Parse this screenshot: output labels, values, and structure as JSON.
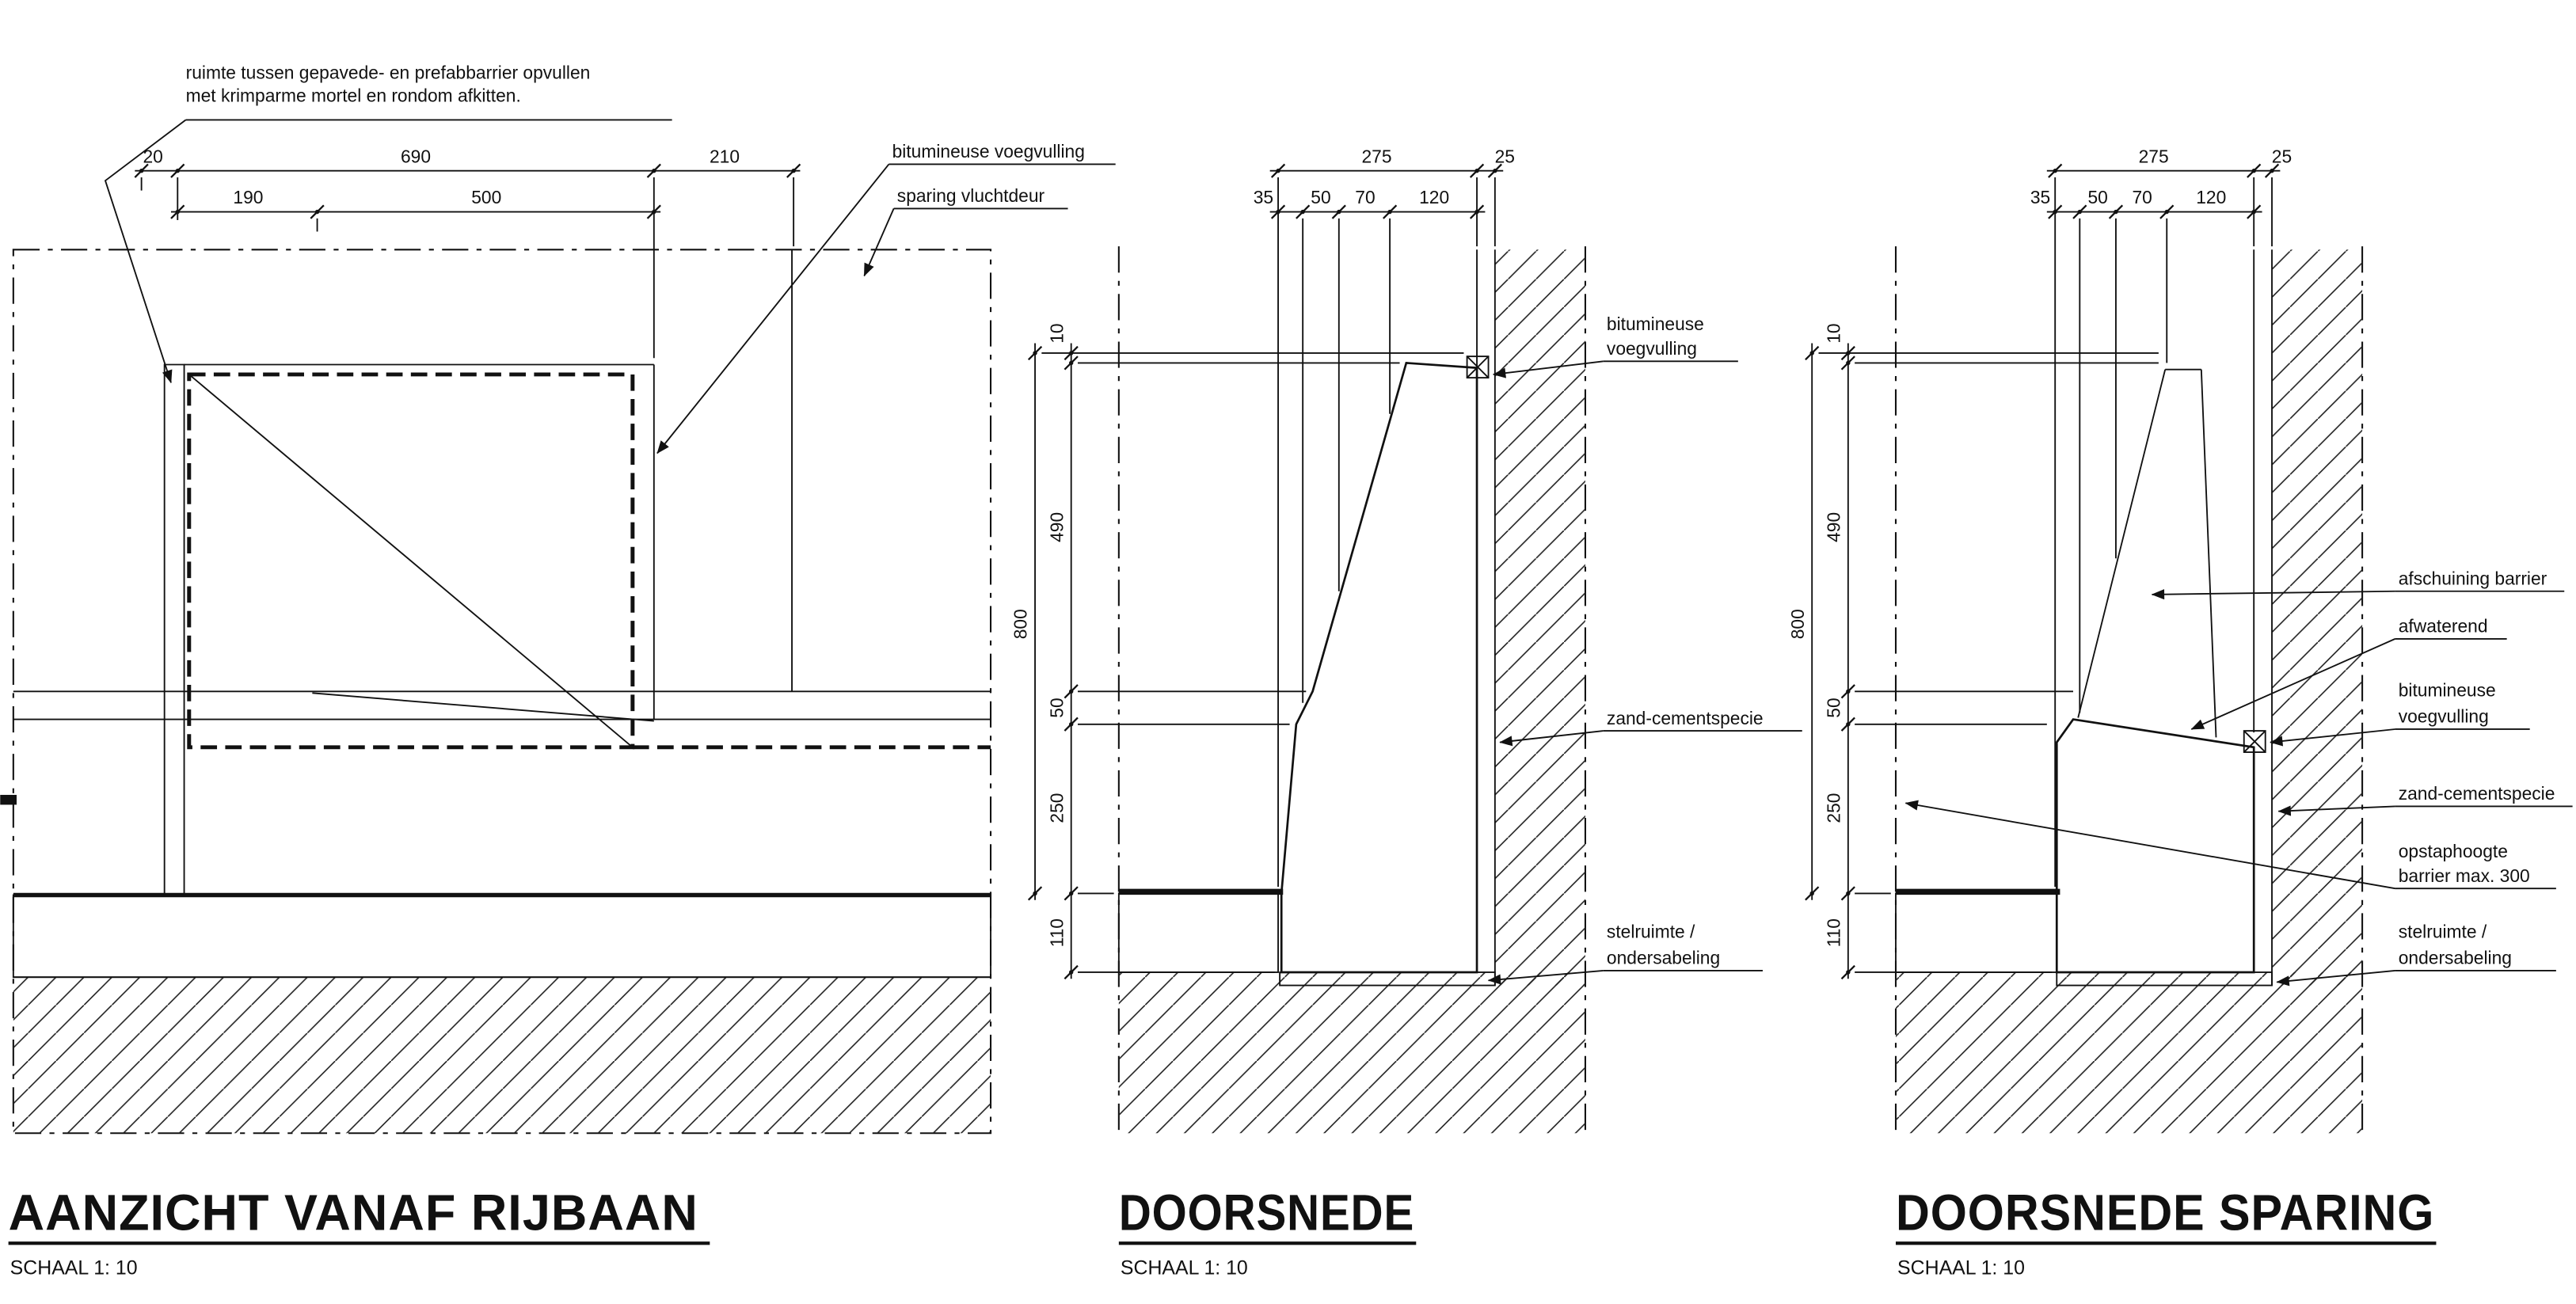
{
  "drawing": {
    "note": {
      "line1": "ruimte tussen gepavede- en prefabbarrier opvullen",
      "line2": "met krimparme mortel en rondom afkitten."
    },
    "aanzicht": {
      "title": "AANZICHT VANAF RIJBAAN",
      "scale": "SCHAAL 1: 10",
      "dims": {
        "top": [
          "20",
          "690",
          "210"
        ],
        "second": [
          "190",
          "500"
        ]
      },
      "labels": {
        "bitumineuse": "bitumineuse voegvulling",
        "sparing": "sparing vluchtdeur"
      }
    },
    "doorsnede": {
      "title": "DOORSNEDE",
      "scale": "SCHAAL 1: 10",
      "dims": {
        "top": [
          "275",
          "25"
        ],
        "second": [
          "35",
          "50",
          "70",
          "120"
        ],
        "vertical": [
          "10",
          "490",
          "800",
          "50",
          "250",
          "110"
        ]
      },
      "labels": {
        "bitumineuse1": "bitumineuse",
        "bitumineuse2": "voegvulling",
        "zand": "zand-cementspecie",
        "stel1": "stelruimte /",
        "stel2": "ondersabeling"
      }
    },
    "sparing": {
      "title": "DOORSNEDE SPARING",
      "scale": "SCHAAL 1: 10",
      "dims": {
        "top": [
          "275",
          "25"
        ],
        "second": [
          "35",
          "50",
          "70",
          "120"
        ],
        "vertical": [
          "10",
          "490",
          "800",
          "50",
          "250",
          "110"
        ]
      },
      "labels": {
        "afschuining": "afschuining barrier",
        "afwaterend": "afwaterend",
        "bitumineuse1": "bitumineuse",
        "bitumineuse2": "voegvulling",
        "zand": "zand-cementspecie",
        "opstap1": "opstaphoogte",
        "opstap2": "barrier max. 300",
        "stel1": "stelruimte /",
        "stel2": "ondersabeling"
      }
    }
  }
}
